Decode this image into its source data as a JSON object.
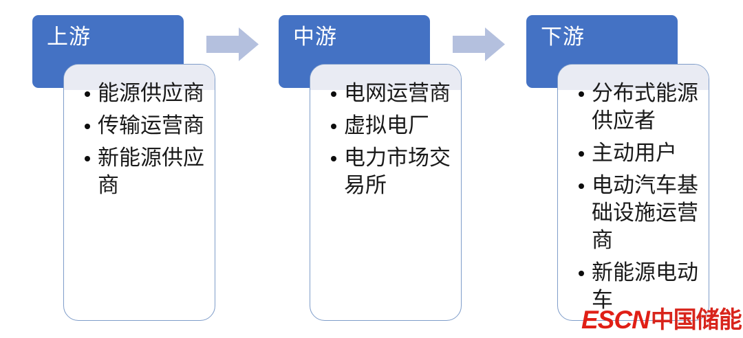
{
  "diagram": {
    "title_semantic": "energy-value-chain",
    "colors": {
      "header_blue": "#4472C4",
      "card_border": "#7E9CC9",
      "card_tint": "#E9EBF3",
      "arrow_fill": "#B4C0DE",
      "bullet_text": "#1A1A1A",
      "header_text": "#FFFFFF",
      "watermark_red": "#E01F16"
    },
    "stages": [
      {
        "id": "upstream",
        "title": "上游",
        "items": [
          "能源供应商",
          "传输运营商",
          "新能源供应商"
        ]
      },
      {
        "id": "midstream",
        "title": "中游",
        "items": [
          "电网运营商",
          "虚拟电厂",
          "电力市场交易所"
        ]
      },
      {
        "id": "downstream",
        "title": "下游",
        "items": [
          "分布式能源供应者",
          "主动用户",
          "电动汽车基础设施运营商",
          "新能源电动车"
        ]
      }
    ],
    "connectors": [
      {
        "id": "arrow-upstream-to-midstream",
        "icon": "right-arrow-icon"
      },
      {
        "id": "arrow-midstream-to-downstream",
        "icon": "right-arrow-icon"
      }
    ]
  },
  "watermark": {
    "latin": "ESCN",
    "cjk": "中国储能网"
  }
}
